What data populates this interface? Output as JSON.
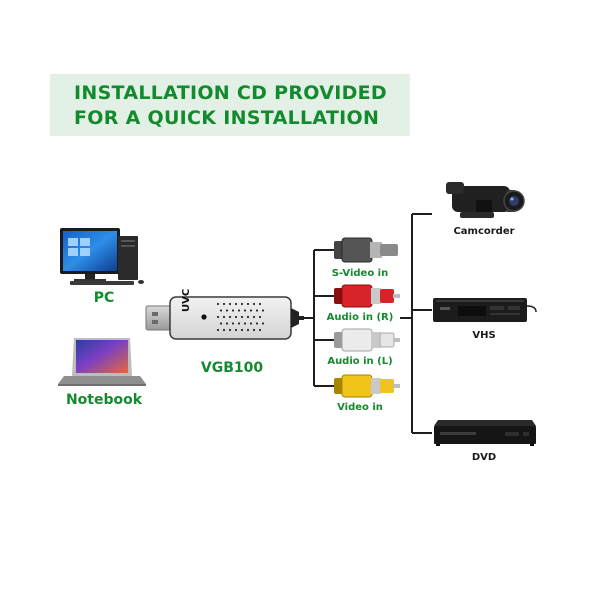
{
  "banner": {
    "line1": "INSTALLATION CD PROVIDED",
    "line2": "FOR A QUICK INSTALLATION"
  },
  "left_devices": {
    "pc_label": "PC",
    "notebook_label": "Notebook"
  },
  "capture_device": {
    "name": "VGB100",
    "port_label": "UVC"
  },
  "connectors": {
    "svideo_label": "S-Video in",
    "audio_r_label": "Audio in (R)",
    "audio_l_label": "Audio in (L)",
    "video_label": "Video in"
  },
  "sources": {
    "camcorder_label": "Camcorder",
    "vhs_label": "VHS",
    "dvd_label": "DVD"
  },
  "colors": {
    "brand_green": "#148a2e",
    "banner_bg": "#e3f0e6",
    "plug_red": "#d8232a",
    "plug_white": "#e8e8e8",
    "plug_yellow": "#f0c418",
    "plug_black": "#333333"
  }
}
